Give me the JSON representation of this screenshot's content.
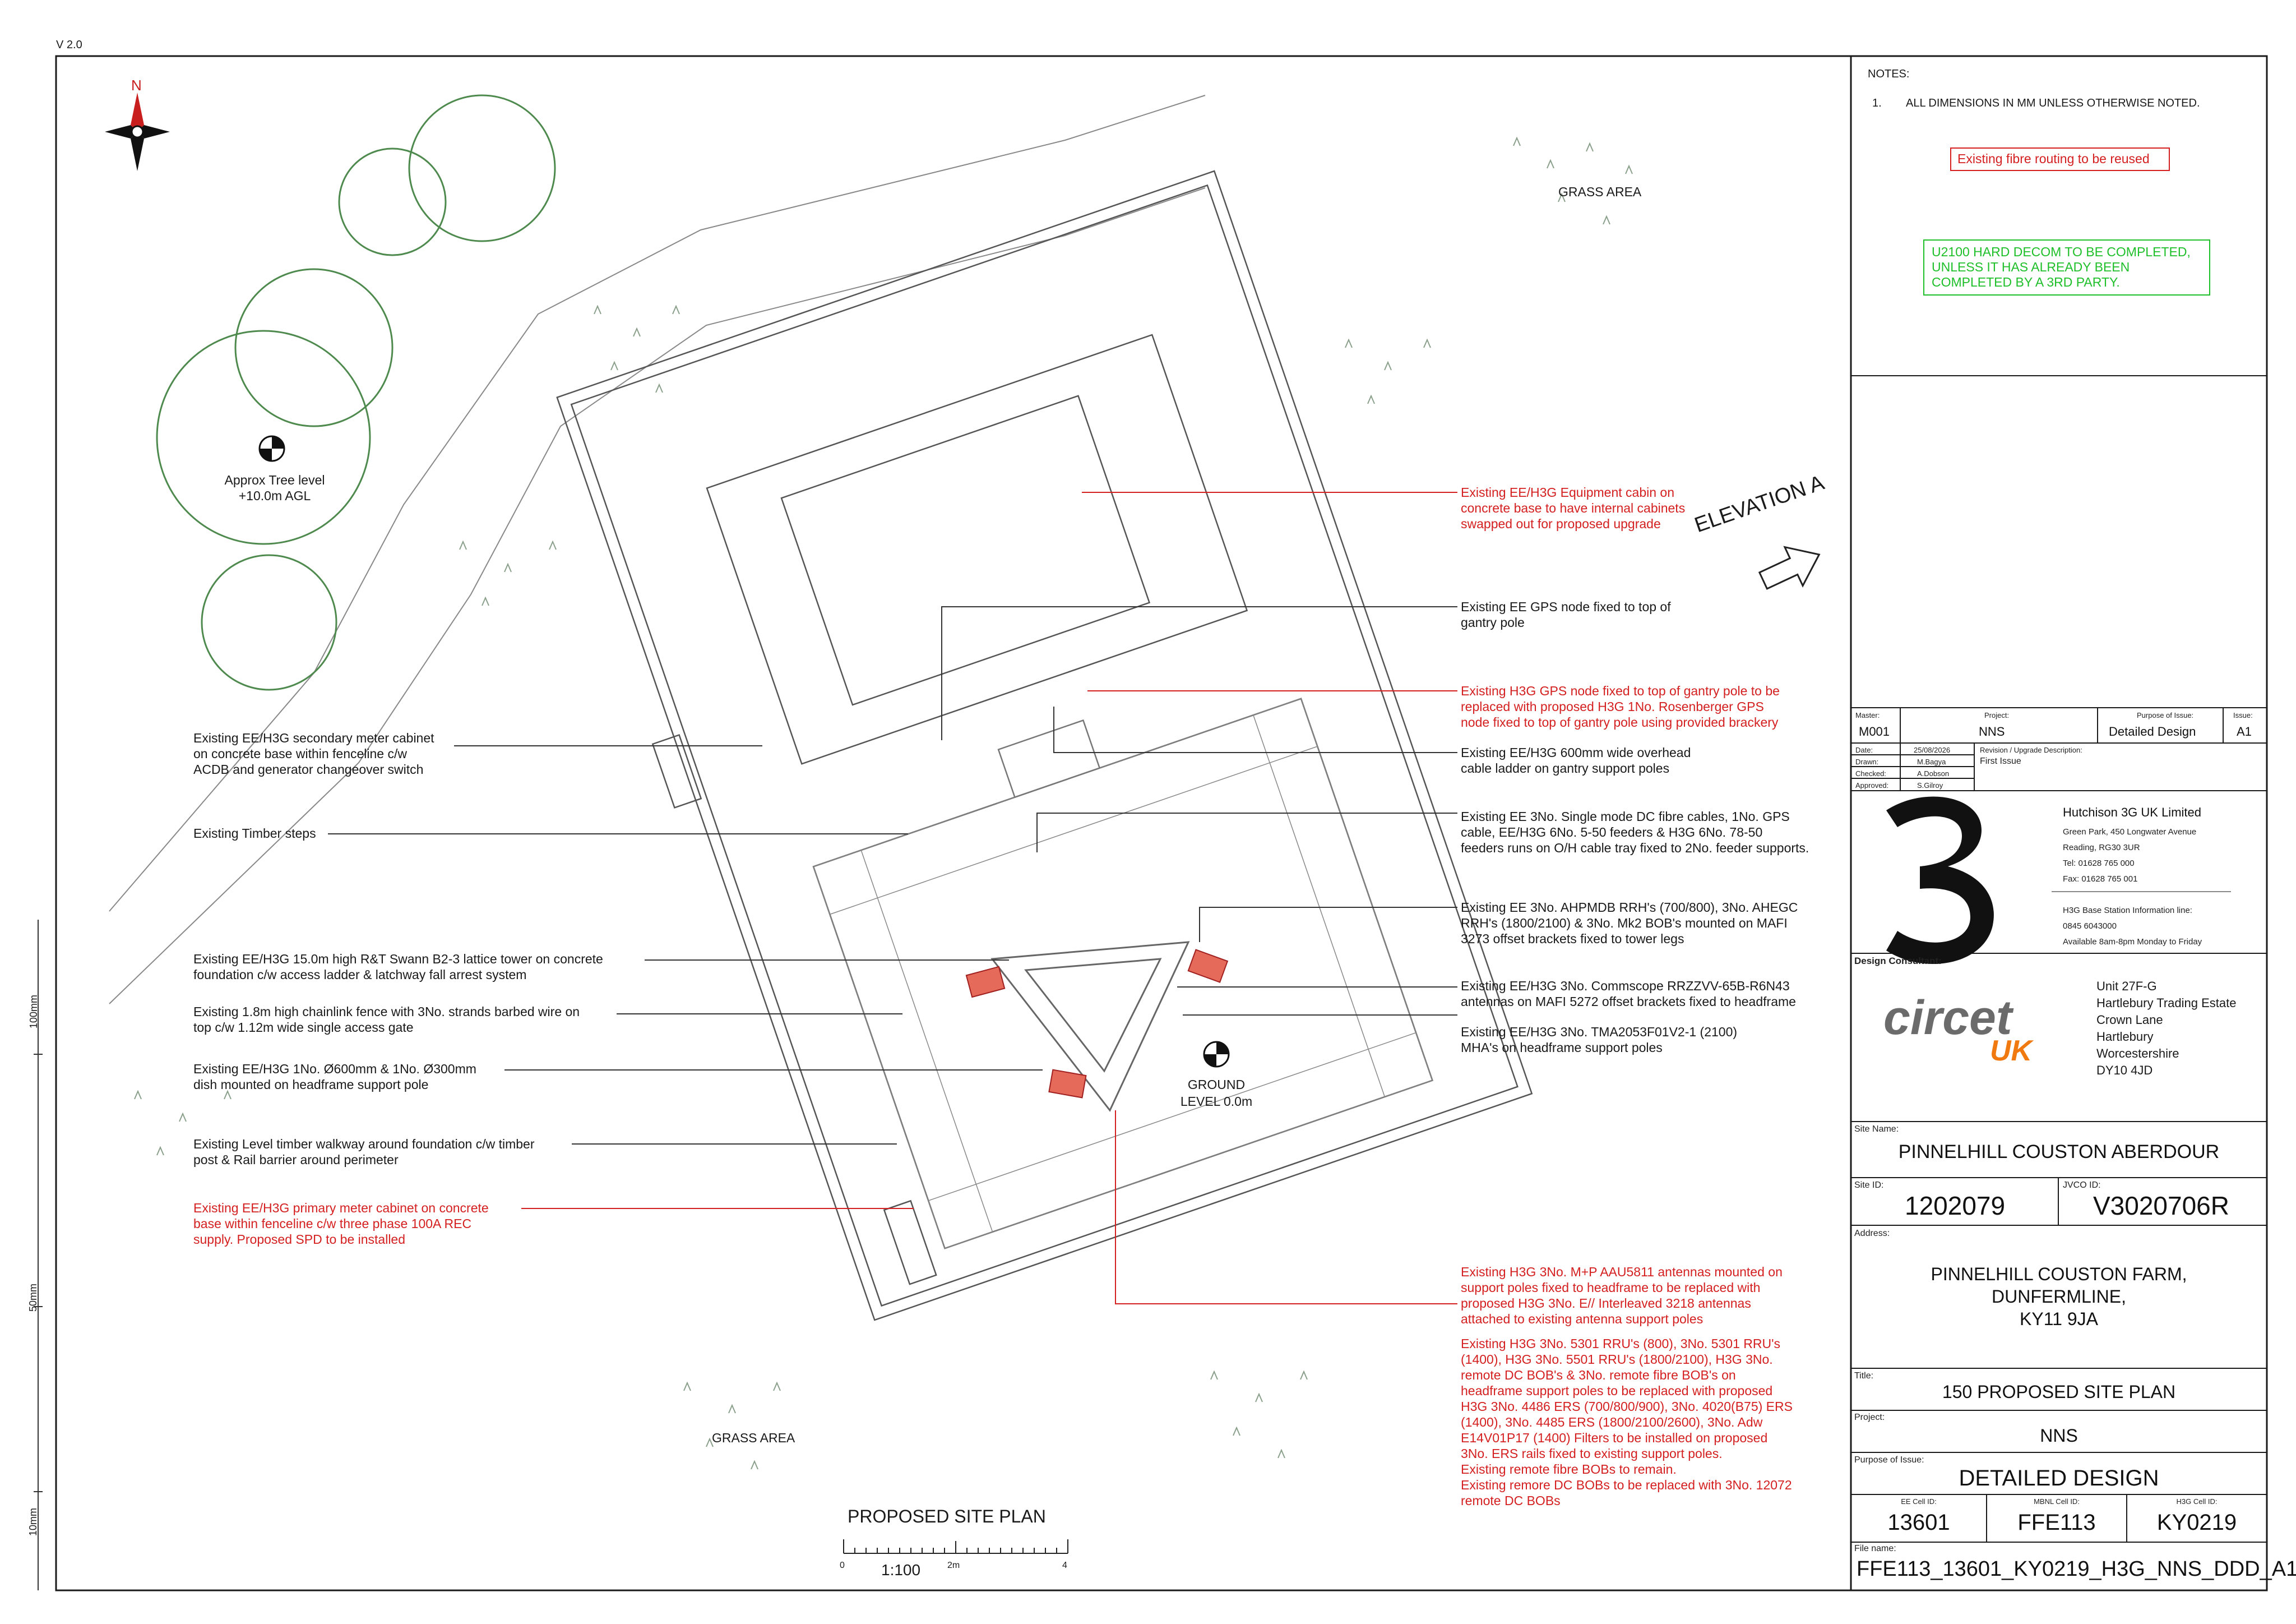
{
  "version": "V 2.0",
  "compass": {
    "north": "N"
  },
  "ruler_labels": [
    "100mm",
    "50mm",
    "10mm"
  ],
  "tree_level": {
    "line1": "Approx Tree level",
    "line2": "+10.0m AGL"
  },
  "grass_area_top": "GRASS AREA",
  "grass_area_bottom": "GRASS AREA",
  "elevation": "ELEVATION A",
  "ground_level": {
    "line1": "GROUND",
    "line2": "LEVEL 0.0m"
  },
  "plan_title": "PROPOSED SITE PLAN",
  "scale": {
    "ratio": "1:100",
    "start": "0",
    "mid": "2m",
    "end": "4"
  },
  "left_annotations": [
    {
      "text": "Existing EE/H3G secondary meter cabinet\non concrete base within fenceline c/w\nACDB and generator changeover switch",
      "red": false
    },
    {
      "text": "Existing Timber steps",
      "red": false
    },
    {
      "text": "Existing EE/H3G 15.0m high R&T Swann B2-3 lattice tower on concrete\nfoundation c/w access ladder & latchway fall arrest system",
      "red": false
    },
    {
      "text": "Existing 1.8m high chainlink fence with 3No. strands barbed wire on\ntop c/w 1.12m wide single access gate",
      "red": false
    },
    {
      "text": "Existing EE/H3G 1No. Ø600mm & 1No. Ø300mm\ndish mounted on headframe support pole",
      "red": false
    },
    {
      "text": "Existing Level timber walkway around foundation c/w timber\npost & Rail barrier around perimeter",
      "red": false
    },
    {
      "text": "Existing EE/H3G primary meter cabinet on concrete\nbase within fenceline c/w three phase 100A REC\nsupply. Proposed SPD to be installed",
      "red": true
    }
  ],
  "right_annotations": [
    {
      "text": "Existing EE/H3G Equipment cabin on\nconcrete base to have internal cabinets\nswapped out for proposed upgrade",
      "red": true
    },
    {
      "text": "Existing EE GPS node fixed to top of\ngantry pole",
      "red": false
    },
    {
      "text": "Existing H3G GPS node fixed to top of gantry pole to be\nreplaced with proposed H3G 1No. Rosenberger GPS\nnode fixed to top of gantry pole using provided brackery",
      "red": true
    },
    {
      "text": "Existing EE/H3G 600mm wide overhead\ncable ladder on gantry support poles",
      "red": false
    },
    {
      "text": "Existing EE 3No. Single mode DC fibre cables, 1No. GPS\ncable, EE/H3G 6No. 5-50 feeders & H3G 6No. 78-50\nfeeders runs on O/H cable tray fixed to 2No. feeder supports.",
      "red": false
    },
    {
      "text": "Existing EE 3No. AHPMDB RRH's (700/800), 3No. AHEGC\nRRH's (1800/2100) & 3No. Mk2 BOB's mounted on MAFI\n3273 offset brackets fixed to tower legs",
      "red": false
    },
    {
      "text": "Existing EE/H3G 3No. Commscope RRZZVV-65B-R6N43\nantennas on MAFI 5272 offset brackets fixed to headframe",
      "red": false
    },
    {
      "text": "Existing EE/H3G 3No. TMA2053F01V2-1 (2100)\nMHA's on headframe support poles",
      "red": false
    },
    {
      "text": "Existing H3G 3No. M+P AAU5811 antennas mounted on\nsupport poles fixed to headframe to be replaced with\nproposed H3G 3No. E// Interleaved 3218 antennas\nattached to existing antenna support poles",
      "red": true
    },
    {
      "text": "Existing H3G 3No. 5301 RRU's (800), 3No. 5301 RRU's\n(1400), H3G 3No. 5501 RRU's (1800/2100), H3G 3No.\nremote DC BOB's & 3No. remote fibre BOB's on\nheadframe support poles to be replaced with proposed\nH3G 3No. 4486 ERS (700/800/900), 3No. 4020(B75) ERS\n(1400), 3No. 4485 ERS (1800/2100/2600), 3No. Adw\nE14V01P17 (1400) Filters to be installed on proposed\n3No. ERS rails fixed to existing support poles.\nExisting remote fibre BOBs to remain.\nExisting remore DC BOBs to be replaced with 3No. 12072\nremote DC BOBs",
      "red": true
    }
  ],
  "notes": {
    "heading": "NOTES:",
    "item_num": "1.",
    "item_text": "ALL DIMENSIONS IN MM UNLESS OTHERWISE NOTED.",
    "red_box": "Existing fibre routing to be reused",
    "green_box": "U2100 HARD DECOM TO BE COMPLETED,\nUNLESS IT HAS ALREADY BEEN\nCOMPLETED BY A 3RD PARTY."
  },
  "title_block": {
    "master_label": "Master:",
    "master_value": "M001",
    "project_label": "Project:",
    "project_value": "NNS",
    "purpose_label": "Purpose of Issue:",
    "purpose_value": "Detailed Design",
    "issue_label": "Issue:",
    "issue_value": "A1",
    "date_label": "Date:",
    "date_value": "25/08/2026",
    "drawn_label": "Drawn:",
    "drawn_value": "M.Bagya",
    "checked_label": "Checked:",
    "checked_value": "A.Dobson",
    "approved_label": "Approved:",
    "approved_value": "S.Gilroy",
    "revision_label": "Revision / Upgrade Description:",
    "revision_value": "First Issue",
    "company_name": "Hutchison 3G UK Limited",
    "company_address": "Green Park, 450 Longwater Avenue\nReading, RG30 3UR\nTel: 01628 765 000\nFax: 01628 765 001",
    "info_line": "H3G Base Station Information line:\n0845 6043000\nAvailable 8am-8pm Monday to Friday",
    "design_consultant_label": "Design Consultant:",
    "consultant_logo_main": "circet",
    "consultant_logo_sub": "UK",
    "consultant_address": "Unit 27F-G\nHartlebury Trading Estate\nCrown Lane\nHartlebury\nWorcestershire\nDY10 4JD",
    "site_name_label": "Site Name:",
    "site_name": "PINNELHILL COUSTON ABERDOUR",
    "site_id_label": "Site ID:",
    "site_id": "1202079",
    "jvco_label": "JVCO ID:",
    "jvco_id": "V3020706R",
    "address_label": "Address:",
    "address": "PINNELHILL COUSTON FARM,\nDUNFERMLINE,\nKY11 9JA",
    "title_label": "Title:",
    "title": "150 PROPOSED SITE PLAN",
    "project2_label": "Project:",
    "project2": "NNS",
    "purpose2_label": "Purpose of Issue:",
    "purpose2": "DETAILED DESIGN",
    "ee_cell_label": "EE Cell ID:",
    "ee_cell": "13601",
    "mbnl_cell_label": "MBNL Cell ID:",
    "mbnl_cell": "FFE113",
    "h3g_cell_label": "H3G Cell ID:",
    "h3g_cell": "KY0219",
    "file_label": "File name:",
    "file_name": "FFE113_13601_KY0219_H3G_NNS_DDD_A1"
  },
  "colors": {
    "red": "#d42020",
    "green": "#1fbf2a",
    "tree": "#3a7a3a",
    "line": "#555555"
  }
}
